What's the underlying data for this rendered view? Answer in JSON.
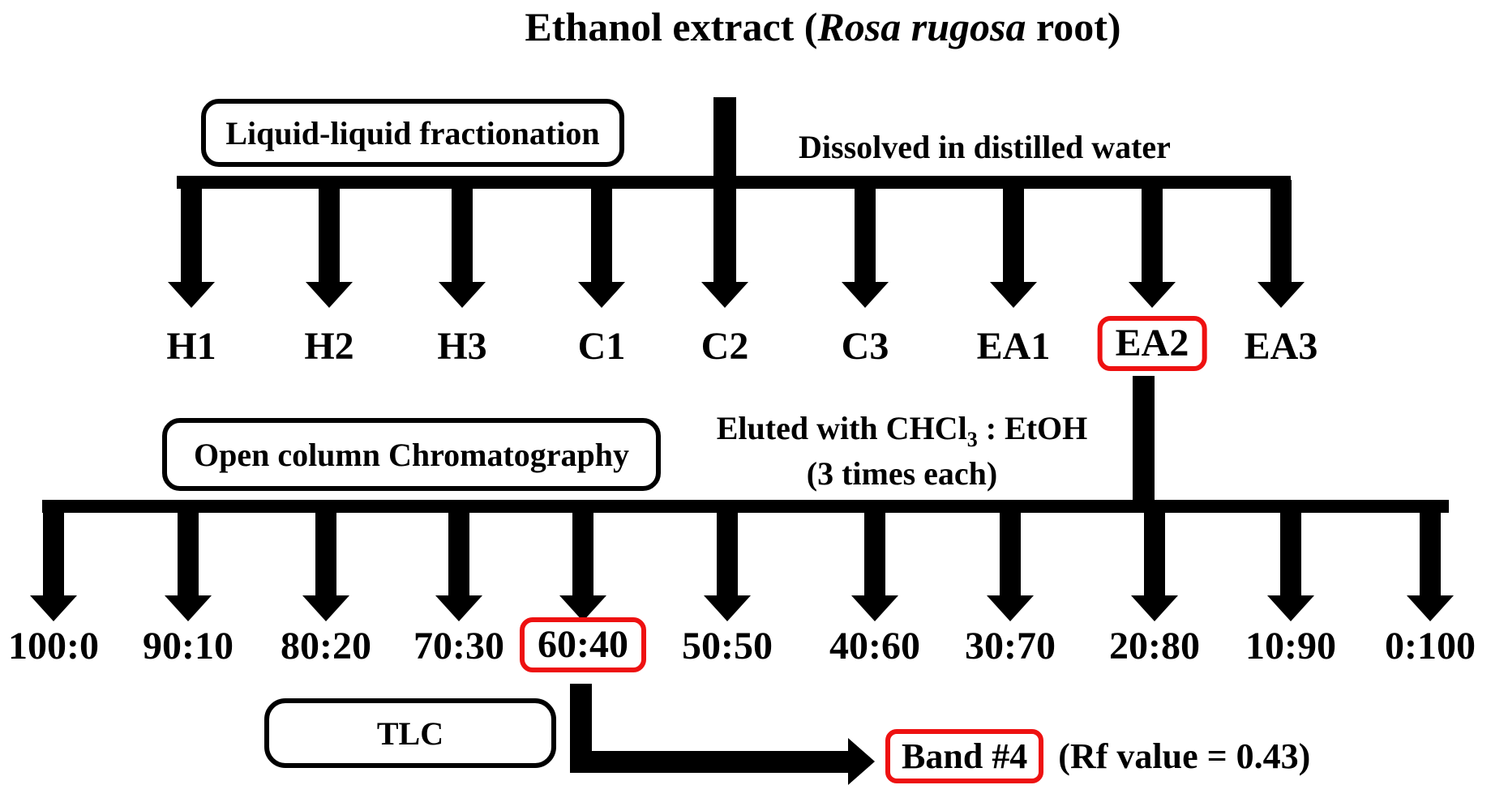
{
  "title": {
    "prefix": "Ethanol extract (",
    "species": "Rosa rugosa",
    "suffix": " root)"
  },
  "step1": {
    "box_label": "Liquid-liquid fractionation",
    "note": "Dissolved in distilled water",
    "fractions": [
      "H1",
      "H2",
      "H3",
      "C1",
      "C2",
      "C3",
      "EA1",
      "EA2",
      "EA3"
    ],
    "highlighted_fraction": "EA2"
  },
  "step2": {
    "box_label": "Open column Chromatography",
    "note_main": "Eluted with CHCl",
    "note_sub": "3",
    "note_tail": " : EtOH",
    "note_line2": "(3 times each)",
    "ratios": [
      "100:0",
      "90:10",
      "80:20",
      "70:30",
      "60:40",
      "50:50",
      "40:60",
      "30:70",
      "20:80",
      "10:90",
      "0:100"
    ],
    "highlighted_ratio": "60:40"
  },
  "step3": {
    "box_label": "TLC",
    "result": "Band #4",
    "result_note": "(Rf value = 0.43)"
  },
  "colors": {
    "ink": "#000000",
    "highlight": "#ee1111"
  }
}
